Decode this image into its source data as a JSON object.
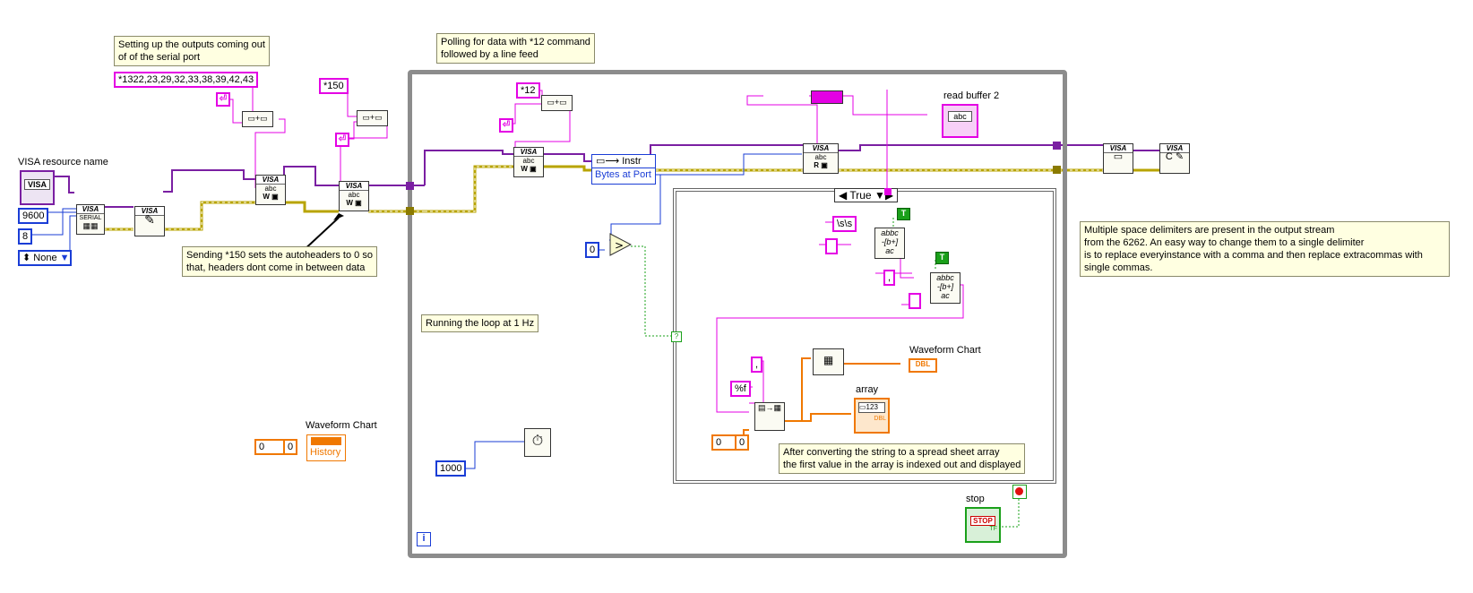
{
  "notes": {
    "setup": "Setting up the outputs coming out\nof of the serial port",
    "polling": "Polling for data with *12 command\nfollowed by a line feed",
    "sending": "Sending *150 sets the autoheaders to 0 so\nthat, headers dont come in between data",
    "loop_rate": "Running the loop at 1 Hz",
    "delimiters": "Multiple space delimiters are present in the output stream\nfrom the 6262. An easy way to change them to a single delimiter\nis to replace everyinstance with a comma and then replace extracommas with\nsingle commas.",
    "convert": "After converting the string to a spread sheet array\nthe first value in the array is indexed out and displayed"
  },
  "labels": {
    "visa_resource": "VISA resource name",
    "waveform_chart_outer": "Waveform Chart",
    "waveform_chart_inner": "Waveform Chart",
    "read_buffer": "read buffer 2",
    "array": "array",
    "stop": "stop"
  },
  "constants": {
    "output_cmd": "*1322,23,29,32,33,38,39,42,43",
    "autoheader_cmd": "*150",
    "poll_cmd": "*12",
    "baud": "9600",
    "data_bits": "8",
    "parity": "None",
    "zero_compare": "0",
    "wait_ms": "1000",
    "chart_zero_a": "0",
    "chart_zero_b": "0",
    "history": "History",
    "regex_spaces": "\\s\\s",
    "comma": ",",
    "format": "%f",
    "index_zero_a": "0",
    "index_zero_b": "0",
    "case_selector": "True",
    "bool_t1": "T",
    "bool_t2": "T",
    "dbl": "DBL",
    "abc": "abc",
    "visa_icon": "VISA",
    "stop_icon": "STOP",
    "tf": "TF",
    "iteration": "i"
  },
  "property_node": {
    "class": "Instr",
    "property": "Bytes at Port"
  },
  "icons": {
    "visa_configure": "visa-configure-serial-icon",
    "visa_write": "visa-write-icon",
    "visa_read": "visa-read-icon",
    "visa_close": "visa-close-icon",
    "visa_clear": "visa-clear-icon",
    "concat": "concatenate-strings-icon",
    "line_feed": "line-feed-constant-icon",
    "search_replace": "search-and-replace-string-icon",
    "spreadsheet": "spreadsheet-string-to-array-icon",
    "index_array": "index-array-icon",
    "greater": "greater-than-icon",
    "wait": "wait-ms-metronome-icon",
    "stop_led": "stop-led-icon"
  },
  "colors": {
    "string_wire": "#e400e4",
    "visa_wire": "#7a1fa2",
    "error_wire": "#b8a400",
    "numeric_int_wire": "#1a3dd6",
    "numeric_dbl_wire": "#f07800",
    "boolean_wire": "#1aa01a",
    "loop_border": "#8c8c8c"
  }
}
